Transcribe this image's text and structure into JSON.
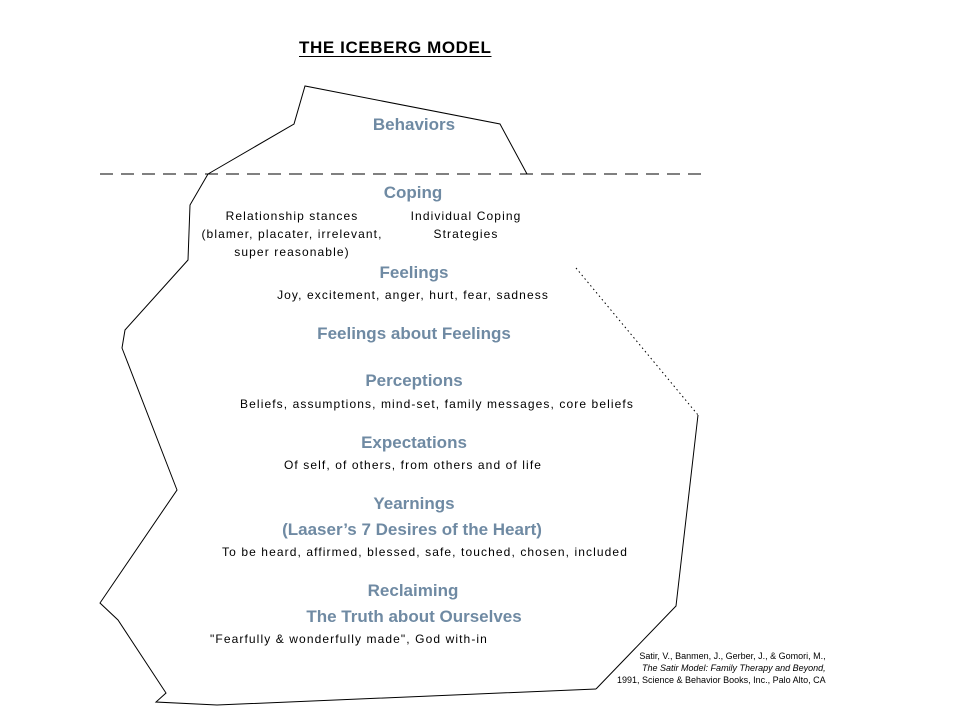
{
  "title": "THE ICEBERG MODEL",
  "layers": {
    "behaviors": "Behaviors",
    "coping": "Coping",
    "relationship_stances_line1": "Relationship stances",
    "relationship_stances_line2": "(blamer, placater, irrelevant,",
    "relationship_stances_line3": "super reasonable)",
    "individual_coping_line1": "Individual Coping",
    "individual_coping_line2": "Strategies",
    "feelings": "Feelings",
    "feelings_sub": "Joy, excitement, anger, hurt, fear, sadness",
    "feelings_about_feelings": "Feelings about Feelings",
    "perceptions": "Perceptions",
    "perceptions_sub": "Beliefs, assumptions, mind-set, family messages, core beliefs",
    "expectations": "Expectations",
    "expectations_sub": "Of self, of others, from others and of life",
    "yearnings": "Yearnings",
    "yearnings_line2": "(Laaser’s 7 Desires of the Heart)",
    "yearnings_sub": "To be heard, affirmed, blessed, safe, touched, chosen, included",
    "reclaiming": "Reclaiming",
    "reclaiming_line2": "The Truth about Ourselves",
    "reclaiming_sub": "\"Fearfully & wonderfully made\", God with-in"
  },
  "reference": {
    "line1": "Satir, V., Banmen, J., Gerber, J., & Gomori, M.,",
    "line2": "The Satir Model: Family Therapy and Beyond,",
    "line3": "1991, Science & Behavior Books, Inc., Palo Alto, CA"
  },
  "colors": {
    "heading": "#6f8aa3",
    "text": "#000000",
    "outline": "#000000"
  }
}
